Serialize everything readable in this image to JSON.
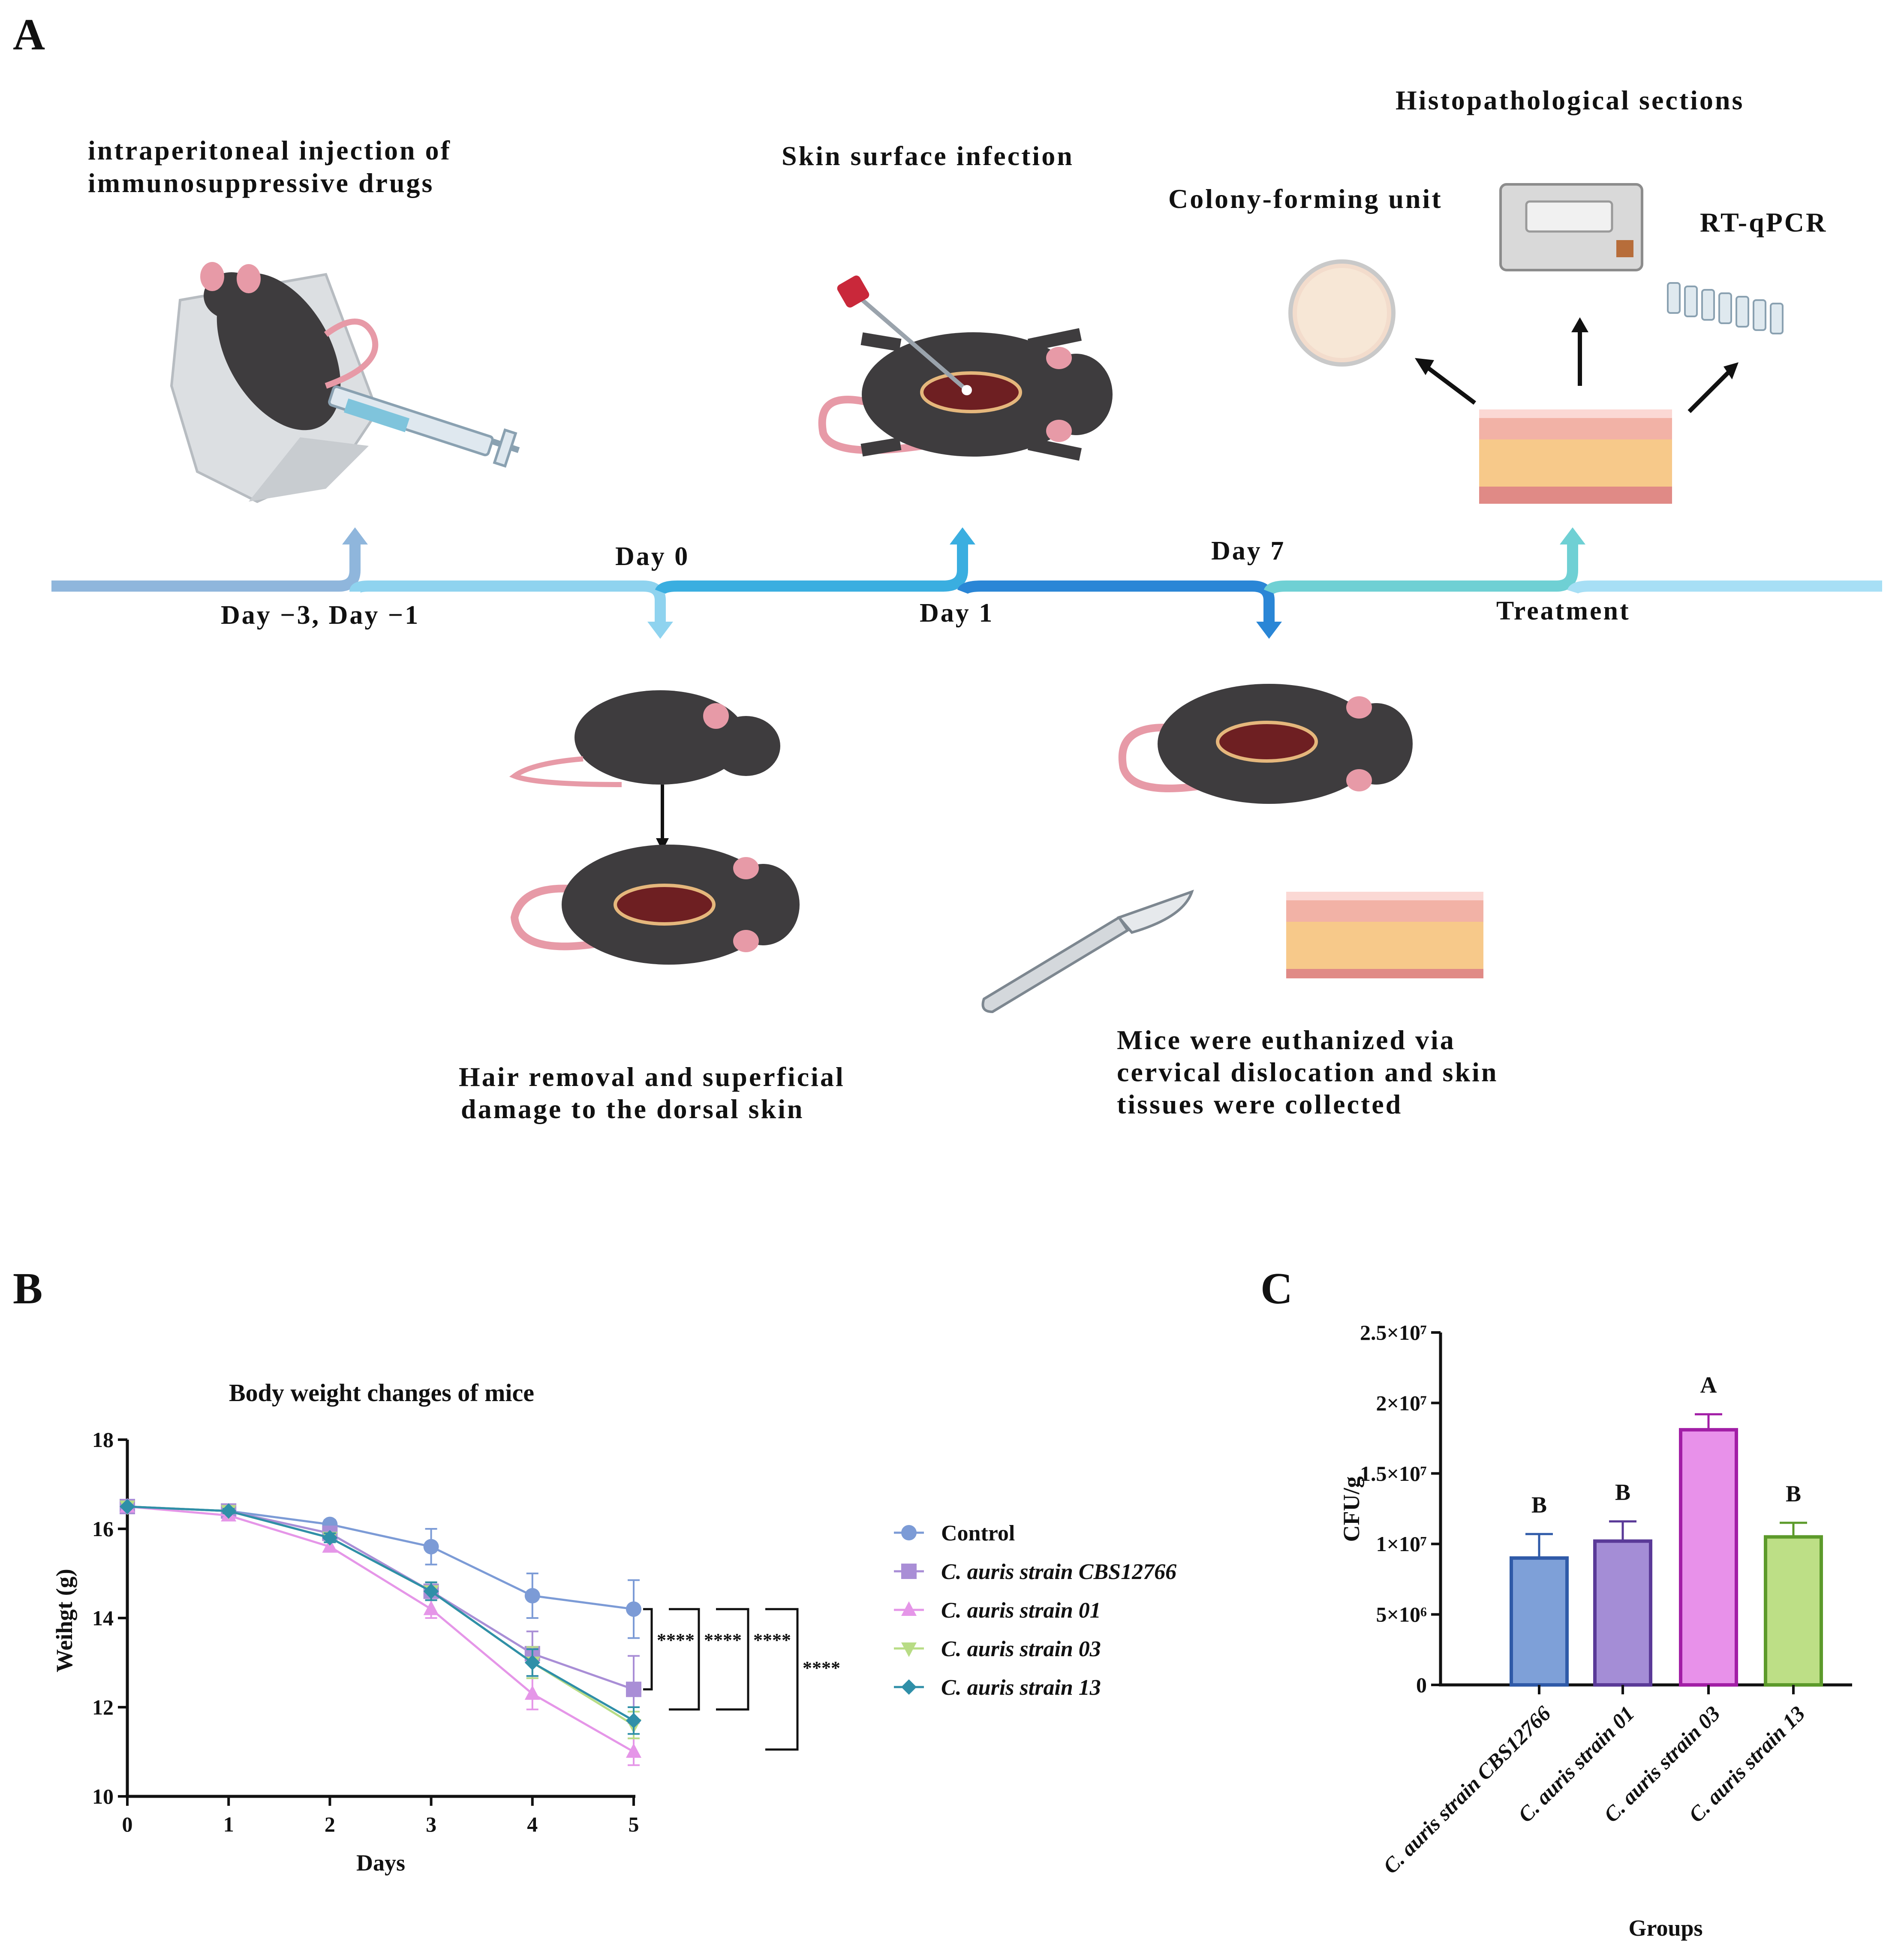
{
  "panel_a": {
    "label": "A",
    "captions": {
      "injection_line1": "intraperitoneal injection of",
      "injection_line2": "immunosuppressive drugs",
      "skin_infection": "Skin surface infection",
      "histo": "Histopathological sections",
      "cfu": "Colony-forming unit",
      "rtqpcr": "RT-qPCR",
      "hair_line1": "Hair removal and superficial",
      "hair_line2": "damage to the dorsal skin",
      "euth_line1": "Mice were euthanized via",
      "euth_line2": "cervical dislocation and skin",
      "euth_line3": "tissues were collected"
    },
    "timeline": {
      "day_minus": "Day −3, Day −1",
      "day0": "Day 0",
      "day1": "Day 1",
      "day7": "Day 7",
      "treatment": "Treatment"
    }
  },
  "panel_b": {
    "label": "B",
    "chart_data": {
      "type": "line",
      "title": "Body weight changes of mice",
      "xlabel": "Days",
      "ylabel": "Weihgt (g)",
      "xlim": [
        0,
        5
      ],
      "ylim": [
        10,
        18
      ],
      "x": [
        0,
        1,
        2,
        3,
        4,
        5
      ],
      "yticks": [
        10,
        12,
        14,
        16,
        18
      ],
      "legend_position": "right",
      "series": [
        {
          "name": "Control",
          "color": "#7c9bd6",
          "marker": "circle",
          "values": [
            16.5,
            16.4,
            16.1,
            15.6,
            14.5,
            14.2
          ],
          "errors": [
            0,
            0.05,
            0.1,
            0.4,
            0.5,
            0.65
          ]
        },
        {
          "name": "C. auris strain CBS12766",
          "color": "#a98ed6",
          "marker": "square",
          "values": [
            16.5,
            16.4,
            15.9,
            14.6,
            13.2,
            12.4
          ],
          "errors": [
            0,
            0.05,
            0.1,
            0.2,
            0.5,
            0.75
          ]
        },
        {
          "name": "C. auris strain 01",
          "color": "#e596e8",
          "marker": "triangle-up",
          "values": [
            16.5,
            16.3,
            15.6,
            14.2,
            12.3,
            11.0
          ],
          "errors": [
            0,
            0.05,
            0.1,
            0.2,
            0.35,
            0.3
          ]
        },
        {
          "name": "C. auris strain 03",
          "color": "#b8dc85",
          "marker": "triangle-down",
          "values": [
            16.5,
            16.4,
            15.8,
            14.6,
            13.0,
            11.6
          ],
          "errors": [
            0,
            0.05,
            0.1,
            0.2,
            0.35,
            0.3
          ]
        },
        {
          "name": "C. auris strain 13",
          "color": "#2f8fa8",
          "marker": "diamond",
          "values": [
            16.5,
            16.4,
            15.8,
            14.6,
            13.0,
            11.7
          ],
          "errors": [
            0,
            0.05,
            0.1,
            0.2,
            0.3,
            0.3
          ]
        }
      ],
      "significance": [
        "****",
        "****",
        "****",
        "****"
      ]
    }
  },
  "panel_c": {
    "label": "C",
    "chart_data": {
      "type": "bar",
      "xlabel": "Groups",
      "ylabel": "CFU/g",
      "ylim": [
        0,
        25000000
      ],
      "yticks": [
        "0",
        "5×10⁶",
        "1×10⁷",
        "1.5×10⁷",
        "2×10⁷",
        "2.5×10⁷"
      ],
      "categories": [
        "C. auris strain CBS12766",
        "C. auris strain 01",
        "C. auris strain 03",
        "C. auris strain 13"
      ],
      "values": [
        9000000,
        10200000,
        18100000,
        10500000
      ],
      "errors": [
        1700000,
        1400000,
        1100000,
        1000000
      ],
      "letters": [
        "B",
        "B",
        "A",
        "B"
      ],
      "fill_colors": [
        "#7ea0d8",
        "#a48dd6",
        "#e891ea",
        "#bddf86"
      ],
      "edge_colors": [
        "#2f5aa8",
        "#5a3a98",
        "#a21ea6",
        "#5c9a2a"
      ]
    }
  }
}
